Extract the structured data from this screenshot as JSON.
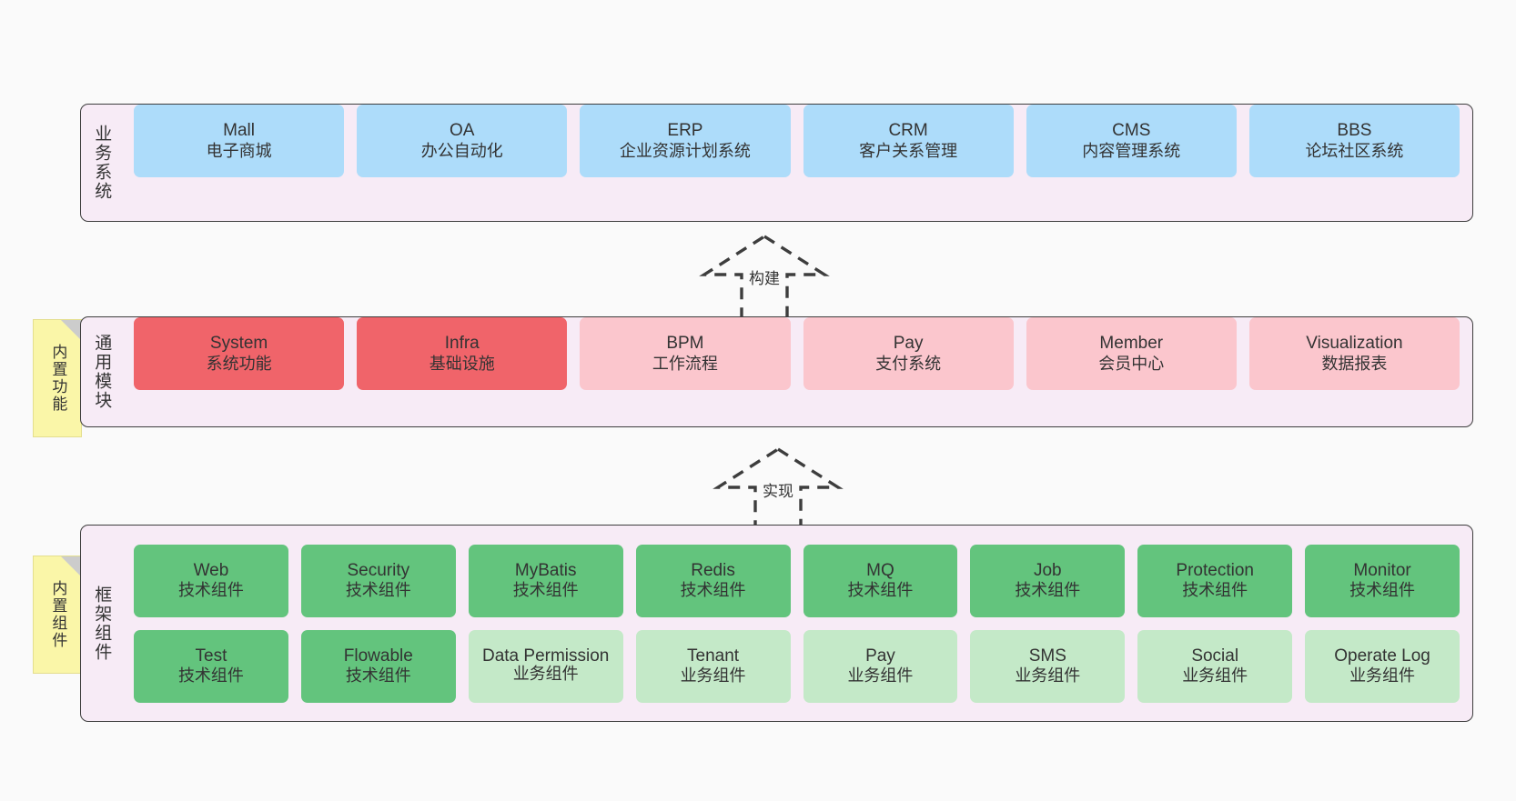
{
  "diagram": {
    "background_color": "#FAFAFA",
    "layer_bg_color": "#F7EBF6",
    "layer_border_color": "#3D3D3D",
    "sticky_color": "#FAF6A8"
  },
  "layers": [
    {
      "id": "business",
      "caption": "业务系统",
      "card_color": "#ADDCFA",
      "cards": [
        {
          "en": "Mall",
          "cn": "电子商城",
          "color": "#ADDCFA"
        },
        {
          "en": "OA",
          "cn": "办公自动化",
          "color": "#ADDCFA"
        },
        {
          "en": "ERP",
          "cn": "企业资源计划系统",
          "color": "#ADDCFA"
        },
        {
          "en": "CRM",
          "cn": "客户关系管理",
          "color": "#ADDCFA"
        },
        {
          "en": "CMS",
          "cn": "内容管理系统",
          "color": "#ADDCFA"
        },
        {
          "en": "BBS",
          "cn": "论坛社区系统",
          "color": "#ADDCFA"
        }
      ]
    },
    {
      "id": "modules",
      "caption": "通用模块",
      "sticky": "内置功能",
      "cards": [
        {
          "en": "System",
          "cn": "系统功能",
          "color": "#F0646A"
        },
        {
          "en": "Infra",
          "cn": "基础设施",
          "color": "#F0646A"
        },
        {
          "en": "BPM",
          "cn": "工作流程",
          "color": "#FBC6CD"
        },
        {
          "en": "Pay",
          "cn": "支付系统",
          "color": "#FBC6CD"
        },
        {
          "en": "Member",
          "cn": "会员中心",
          "color": "#FBC6CD"
        },
        {
          "en": "Visualization",
          "cn": "数据报表",
          "color": "#FBC6CD"
        }
      ]
    },
    {
      "id": "framework",
      "caption": "框架组件",
      "sticky": "内置组件",
      "rows": [
        [
          {
            "en": "Web",
            "cn": "技术组件",
            "color": "#63C47D"
          },
          {
            "en": "Security",
            "cn": "技术组件",
            "color": "#63C47D"
          },
          {
            "en": "MyBatis",
            "cn": "技术组件",
            "color": "#63C47D"
          },
          {
            "en": "Redis",
            "cn": "技术组件",
            "color": "#63C47D"
          },
          {
            "en": "MQ",
            "cn": "技术组件",
            "color": "#63C47D"
          },
          {
            "en": "Job",
            "cn": "技术组件",
            "color": "#63C47D"
          },
          {
            "en": "Protection",
            "cn": "技术组件",
            "color": "#63C47D"
          },
          {
            "en": "Monitor",
            "cn": "技术组件",
            "color": "#63C47D"
          }
        ],
        [
          {
            "en": "Test",
            "cn": "技术组件",
            "color": "#63C47D"
          },
          {
            "en": "Flowable",
            "cn": "技术组件",
            "color": "#63C47D"
          },
          {
            "en": "Data Permission",
            "cn": "业务组件",
            "color": "#C4E9C8"
          },
          {
            "en": "Tenant",
            "cn": "业务组件",
            "color": "#C4E9C8"
          },
          {
            "en": "Pay",
            "cn": "业务组件",
            "color": "#C4E9C8"
          },
          {
            "en": "SMS",
            "cn": "业务组件",
            "color": "#C4E9C8"
          },
          {
            "en": "Social",
            "cn": "业务组件",
            "color": "#C4E9C8"
          },
          {
            "en": "Operate Log",
            "cn": "业务组件",
            "color": "#C4E9C8"
          }
        ]
      ]
    }
  ],
  "arrows": [
    {
      "id": "build",
      "label": "构建",
      "style": "dashed-generalization"
    },
    {
      "id": "impl",
      "label": "实现",
      "style": "dashed-generalization"
    }
  ]
}
